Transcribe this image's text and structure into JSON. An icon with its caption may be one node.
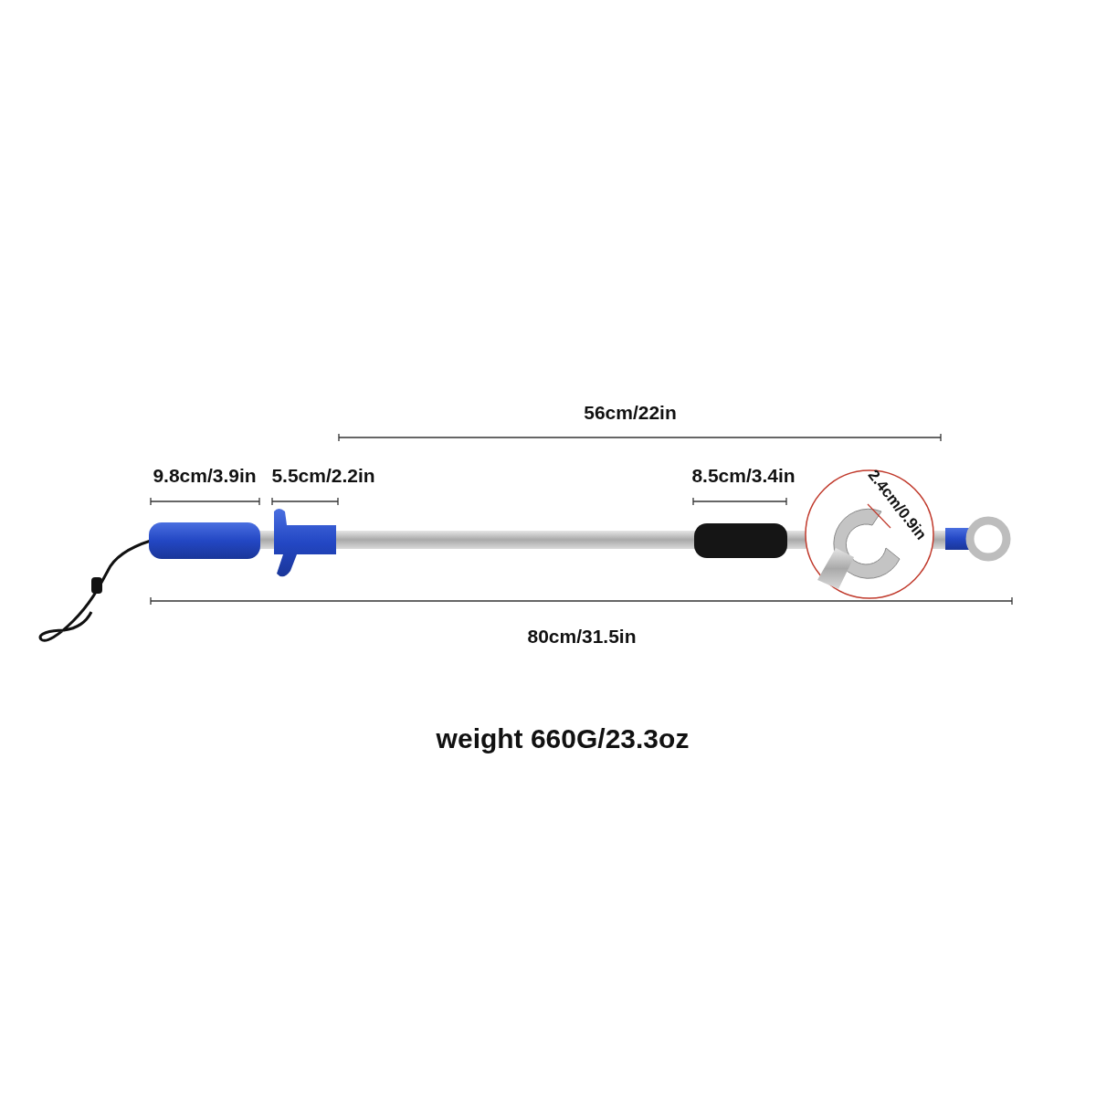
{
  "diagram": {
    "labels": [
      "56cm/22in",
      "9.8cm/3.9in",
      "5.5cm/2.2in",
      "8.5cm/3.4in",
      "2.4cm/0.9in",
      "80cm/31.5in",
      "weight 660G/23.3oz"
    ]
  }
}
